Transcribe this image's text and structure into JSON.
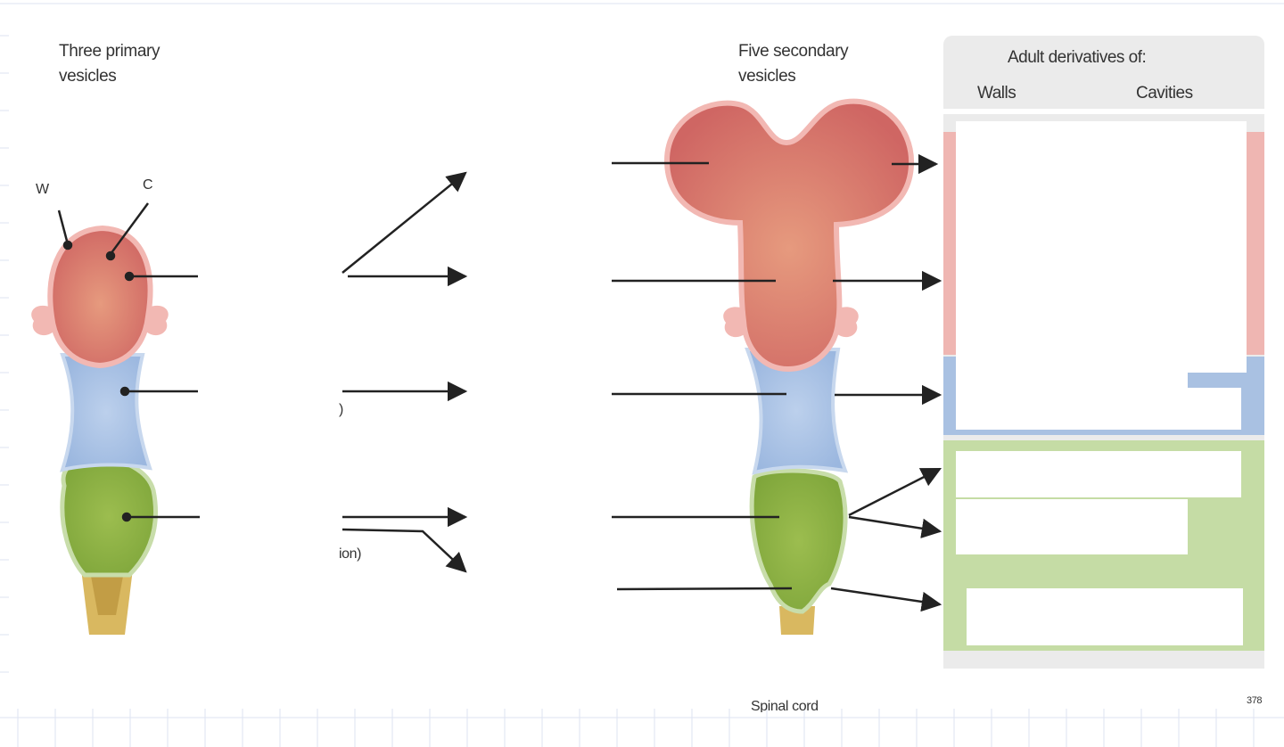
{
  "primary": {
    "title": "Three primary vesicles",
    "wall_label": "W",
    "cavity_label": "C"
  },
  "mid_fragments": {
    "frag_a": ")",
    "frag_b": "ion)"
  },
  "secondary": {
    "title": "Five secondary vesicles",
    "footer": "Spinal cord"
  },
  "table": {
    "title": "Adult derivatives of:",
    "col_walls": "Walls",
    "col_cavities": "Cavities"
  },
  "colors": {
    "forebrain": "#d4706a",
    "forebrain_light": "#f2b8b3",
    "midbrain": "#a9c1e2",
    "hindbrain": "#8fb34a",
    "hindbrain_light": "#c8ddaa",
    "cord": "#d9b860",
    "arrow": "#222222"
  },
  "page_number": "378"
}
